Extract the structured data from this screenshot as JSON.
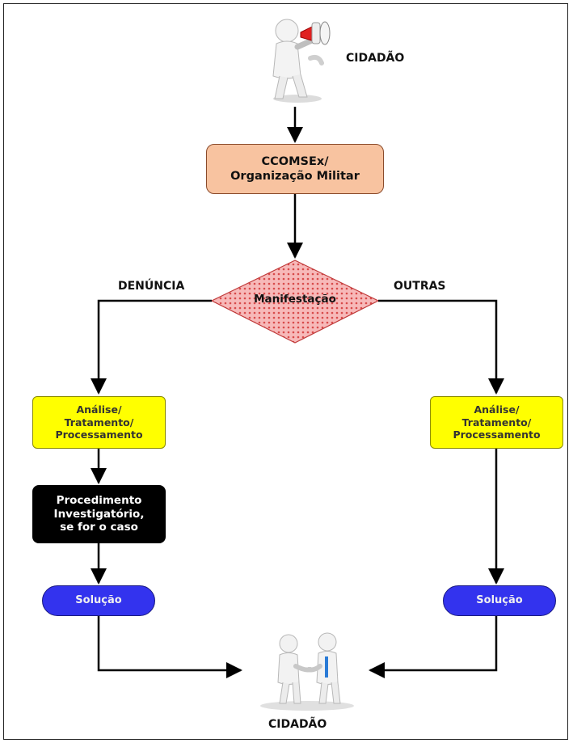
{
  "nodes": {
    "top_citizen_label": "CIDADÃO",
    "org_line1": "CCOMSEx/",
    "org_line2": "Organização Militar",
    "decision": "Manifestação",
    "branch_left": "DENÚNCIA",
    "branch_right": "OUTRAS",
    "analysis_left": [
      "Análise/",
      "Tratamento/",
      "Processamento"
    ],
    "analysis_right": [
      "Análise/",
      "Tratamento/",
      "Processamento"
    ],
    "investigation": [
      "Procedimento",
      "Investigatório,",
      "se for o caso"
    ],
    "solution_left": "Solução",
    "solution_right": "Solução",
    "bottom_citizen_label": "CIDADÃO"
  },
  "icons": {
    "top": "person-with-megaphone-icon",
    "bottom": "handshake-people-icon"
  },
  "colors": {
    "org_box": "#f8c3a0",
    "decision": "#f4a6a6",
    "analysis": "#ffff00",
    "investigation": "#000000",
    "solution": "#3333ee"
  }
}
